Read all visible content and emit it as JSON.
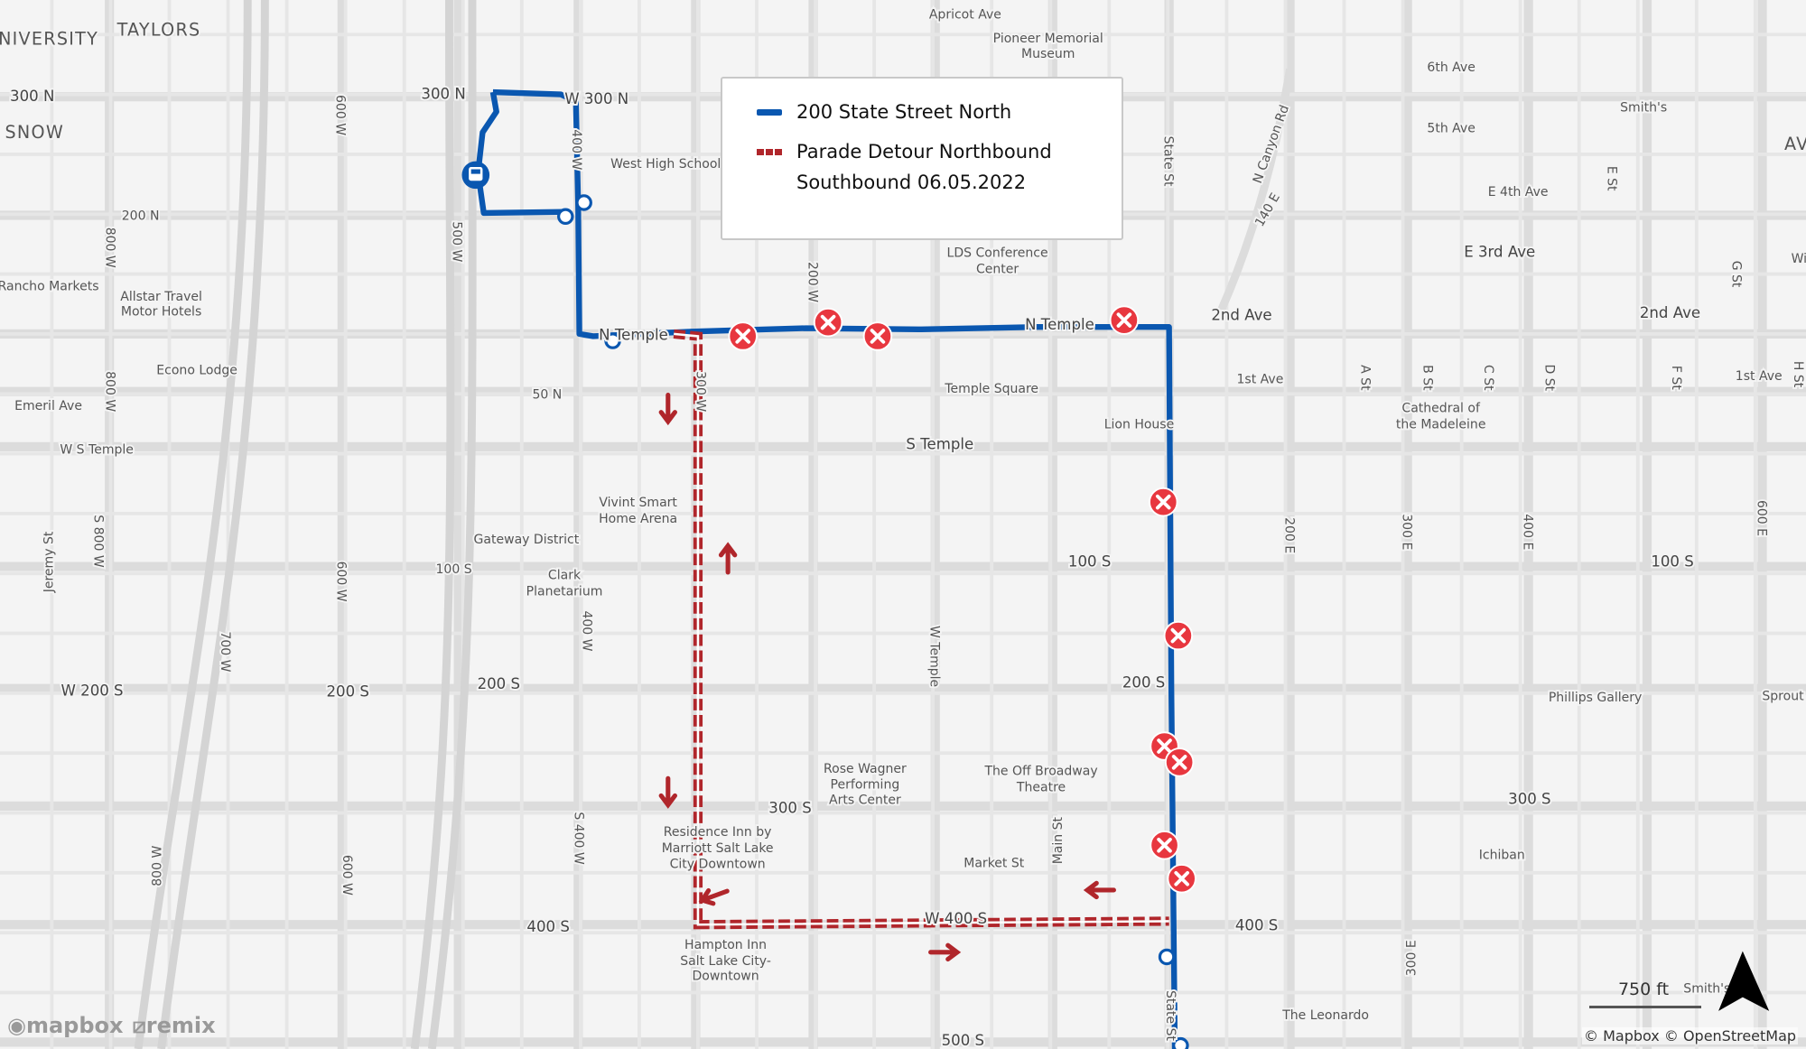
{
  "legend": {
    "items": [
      {
        "label": "200 State Street North",
        "color": "#0a57b0",
        "style": "solid"
      },
      {
        "label": "Parade Detour Northbound Southbound 06.05.2022",
        "color": "#b0262b",
        "style": "dashed"
      }
    ]
  },
  "scale": {
    "label": "750 ft"
  },
  "attribution": "© Mapbox © OpenStreetMap",
  "logos": {
    "mapbox": "mapbox",
    "remix": "remix"
  },
  "colors": {
    "route": "#0a57b0",
    "detour": "#b0262b",
    "closure": "#e8373f",
    "road": "#dcdcdc",
    "background": "#f4f4f4"
  },
  "icons": {
    "closure": "x-circle-icon",
    "stop": "bus-stop-circle-icon",
    "bus": "bus-icon",
    "north": "north-arrow-icon",
    "direction": "arrow-icon"
  },
  "map_labels": [
    "NIVERSITY",
    "TAYLORS",
    "300 N",
    "300 N",
    "SNOW",
    "200 N",
    "W 300 N",
    "West High School",
    "Apricot Ave",
    "Pioneer Memorial",
    "Museum",
    "6th Ave",
    "Smith's",
    "5th Ave",
    "E 4th Ave",
    "E 3rd Ave",
    "2nd Ave",
    "2nd Ave",
    "1st Ave",
    "1st Ave",
    "LDS Conference",
    "Center",
    "N Temple",
    "N Temple",
    "Temple Square",
    "Lion House",
    "Cathedral of",
    "the Madeleine",
    "S Temple",
    "W S Temple",
    "Emeril Ave",
    "Econo Lodge",
    "50 N",
    "Rancho Markets",
    "Allstar Travel",
    "Motor Hotels",
    "Vivint Smart",
    "Home Arena",
    "Gateway District",
    "Clark",
    "Planetarium",
    "100 S",
    "100 S",
    "100 S",
    "W 200 S",
    "200 S",
    "200 S",
    "200 S",
    "Phillips Gallery",
    "Sprout",
    "Rose Wagner",
    "Performing",
    "Arts Center",
    "The Off Broadway",
    "Theatre",
    "300 S",
    "300 S",
    "Residence Inn by",
    "Marriott Salt Lake",
    "City Downtown",
    "Market St",
    "Ichiban",
    "400 S",
    "W 400 S",
    "400 S",
    "Hampton Inn",
    "Salt Lake City-",
    "Downtown",
    "500 S",
    "The Leonardo",
    "Smith's",
    "600 W",
    "800 W",
    "500 W",
    "400 W",
    "200 W",
    "State St",
    "N Canyon Rd",
    "140 E",
    "E St",
    "G St",
    "A St",
    "B St",
    "C St",
    "D St",
    "F St",
    "H St",
    "800 W",
    "300 W",
    "S 800 W",
    "Jeremy St",
    "600 W",
    "400 W",
    "700 W",
    "W Temple",
    "200 E",
    "300 E",
    "400 E",
    "600 E",
    "S 400 W",
    "800 W",
    "600 W",
    "Main St",
    "300 E",
    "State St",
    "Wi",
    "AV"
  ]
}
